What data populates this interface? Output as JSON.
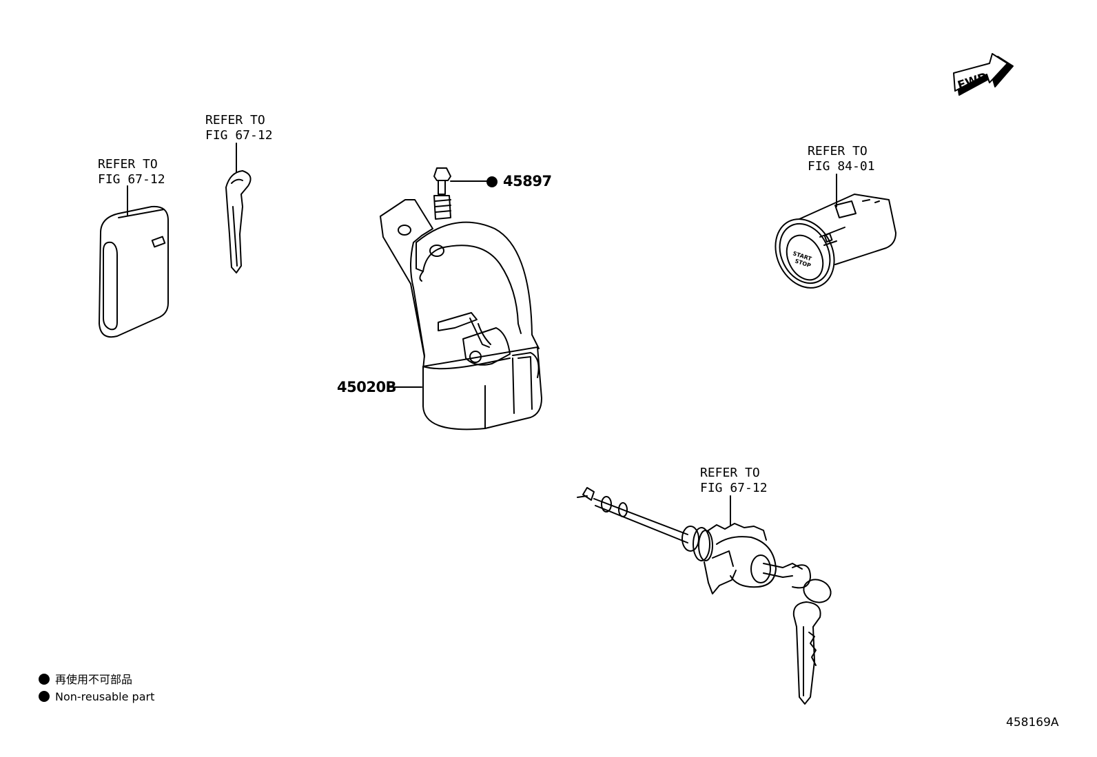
{
  "callouts": {
    "smart_key_ref": [
      "REFER TO",
      "FIG 67-12"
    ],
    "mech_key_ref": [
      "REFER TO",
      "FIG 67-12"
    ],
    "start_switch_ref": [
      "REFER TO",
      "FIG 84-01"
    ],
    "door_lock_ref": [
      "REFER TO",
      "FIG 67-12"
    ]
  },
  "part_numbers": {
    "bolt": "45897",
    "steering_lock": "45020B"
  },
  "start_button_text": [
    "START",
    "STOP"
  ],
  "fwd_label": "FWD",
  "legend": {
    "line1": "再使用不可部品",
    "line2": "Non-reusable part"
  },
  "figure_id": "458169A"
}
